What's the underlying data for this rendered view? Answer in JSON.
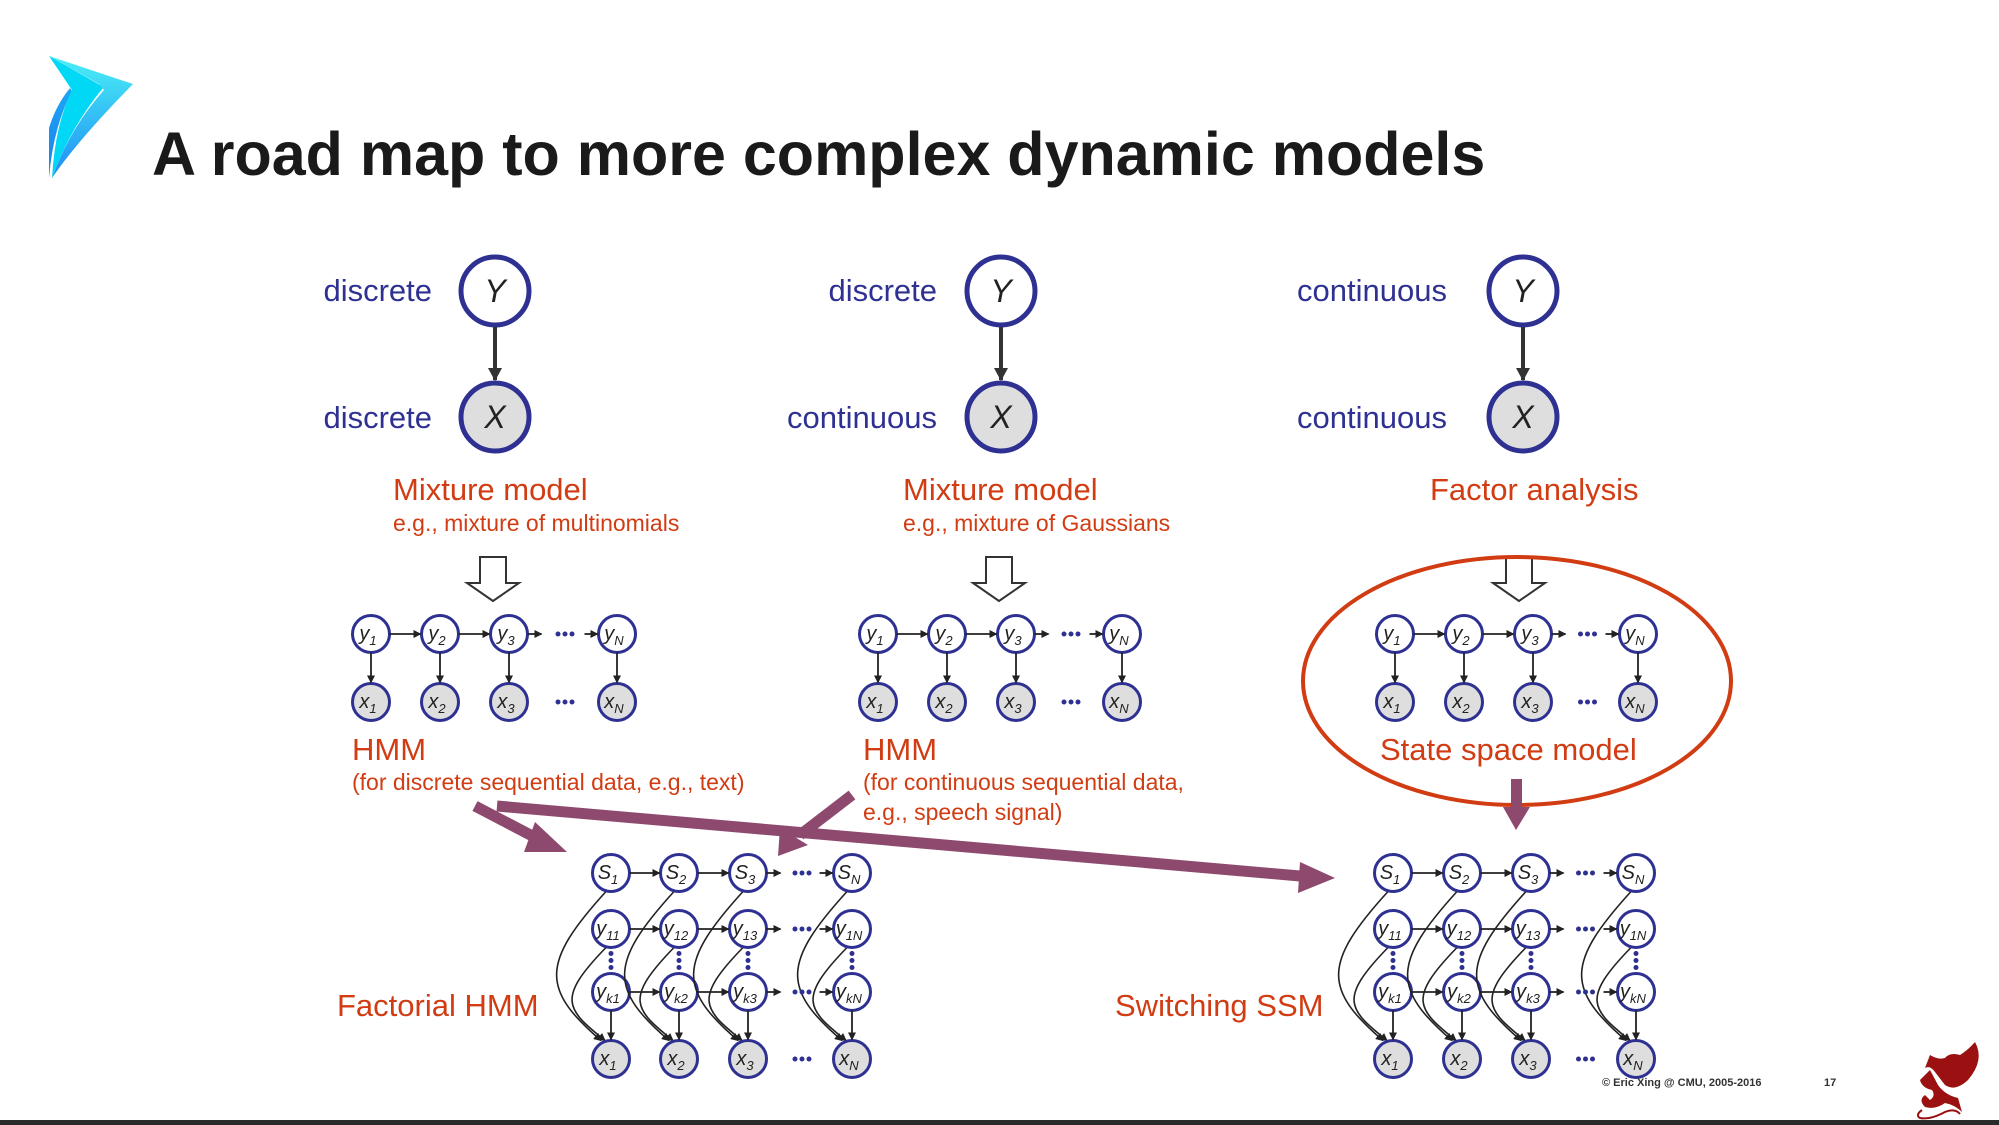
{
  "slide": {
    "title": "A road map to more complex dynamic models",
    "footer": {
      "copyright": "© Eric Xing @ CMU, 2005-2016",
      "page_number": "17"
    },
    "logo_icon": "blue-paper-plane-logo",
    "corner_icon": "red-dragon-logo",
    "colors": {
      "node_stroke": "#2e3192",
      "label_blue": "#2e3192",
      "label_red": "#d13c13",
      "observed_fill": "#dedede",
      "flow_arrow": "#8e4a6e",
      "highlight_ellipse": "#d13c13"
    }
  },
  "basic_models": [
    {
      "y_type": "discrete",
      "x_type": "discrete",
      "y_var": "Y",
      "x_var": "X",
      "name": "Mixture model",
      "example": "e.g., mixture of multinomials"
    },
    {
      "y_type": "discrete",
      "x_type": "continuous",
      "y_var": "Y",
      "x_var": "X",
      "name": "Mixture model",
      "example": "e.g., mixture of Gaussians"
    },
    {
      "y_type": "continuous",
      "x_type": "continuous",
      "y_var": "Y",
      "x_var": "X",
      "name": "Factor analysis",
      "example": ""
    }
  ],
  "sequential_models": [
    {
      "name": "HMM",
      "desc_line1": "(for discrete sequential data, e.g., text)",
      "desc_line2": ""
    },
    {
      "name": "HMM",
      "desc_line1": "(for continuous sequential data,",
      "desc_line2": "e.g., speech signal)"
    },
    {
      "name": "State space model",
      "desc_line1": "",
      "desc_line2": "",
      "highlighted": true
    }
  ],
  "chain": {
    "hidden": [
      {
        "v": "y",
        "s": "1"
      },
      {
        "v": "y",
        "s": "2"
      },
      {
        "v": "y",
        "s": "3"
      },
      {
        "v": "y",
        "s": "N"
      }
    ],
    "observed": [
      {
        "v": "x",
        "s": "1"
      },
      {
        "v": "x",
        "s": "2"
      },
      {
        "v": "x",
        "s": "3"
      },
      {
        "v": "x",
        "s": "N"
      }
    ],
    "ellipsis": "···"
  },
  "complex_models": [
    {
      "name": "Factorial HMM"
    },
    {
      "name": "Switching SSM"
    }
  ],
  "complex_chain": {
    "switch": [
      {
        "v": "S",
        "s": "1"
      },
      {
        "v": "S",
        "s": "2"
      },
      {
        "v": "S",
        "s": "3"
      },
      {
        "v": "S",
        "s": "N"
      }
    ],
    "first": [
      {
        "v": "y",
        "s": "11"
      },
      {
        "v": "y",
        "s": "12"
      },
      {
        "v": "y",
        "s": "13"
      },
      {
        "v": "y",
        "s": "1N"
      }
    ],
    "last": [
      {
        "v": "y",
        "s": "k1"
      },
      {
        "v": "y",
        "s": "k2"
      },
      {
        "v": "y",
        "s": "k3"
      },
      {
        "v": "y",
        "s": "kN"
      }
    ],
    "observed": [
      {
        "v": "x",
        "s": "1"
      },
      {
        "v": "x",
        "s": "2"
      },
      {
        "v": "x",
        "s": "3"
      },
      {
        "v": "x",
        "s": "N"
      }
    ],
    "ellipsis": "···",
    "vdots": "⋮"
  }
}
